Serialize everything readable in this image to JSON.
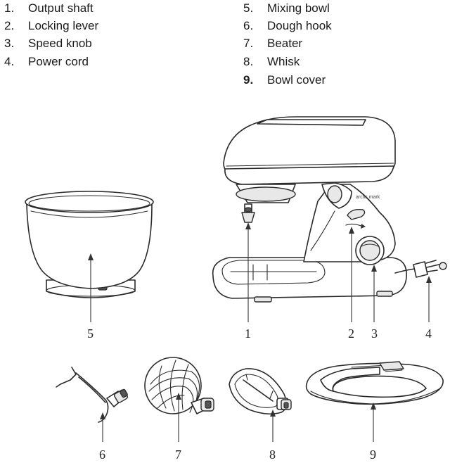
{
  "legend": {
    "left": [
      {
        "num": "1.",
        "label": "Output shaft"
      },
      {
        "num": "2.",
        "label": "Locking lever"
      },
      {
        "num": "3.",
        "label": "Speed knob"
      },
      {
        "num": "4.",
        "label": "Power cord"
      }
    ],
    "right": [
      {
        "num": "5.",
        "label": "Mixing bowl"
      },
      {
        "num": "6.",
        "label": "Dough hook"
      },
      {
        "num": "7.",
        "label": "Beater"
      },
      {
        "num": "8.",
        "label": "Whisk"
      },
      {
        "num": "9.",
        "label": "Bowl cover"
      }
    ]
  },
  "callouts": {
    "c1": "1",
    "c2": "2",
    "c3": "3",
    "c4": "4",
    "c5": "5",
    "c6": "6",
    "c7": "7",
    "c8": "8",
    "c9": "9"
  },
  "brand_mark": "arctic mark"
}
